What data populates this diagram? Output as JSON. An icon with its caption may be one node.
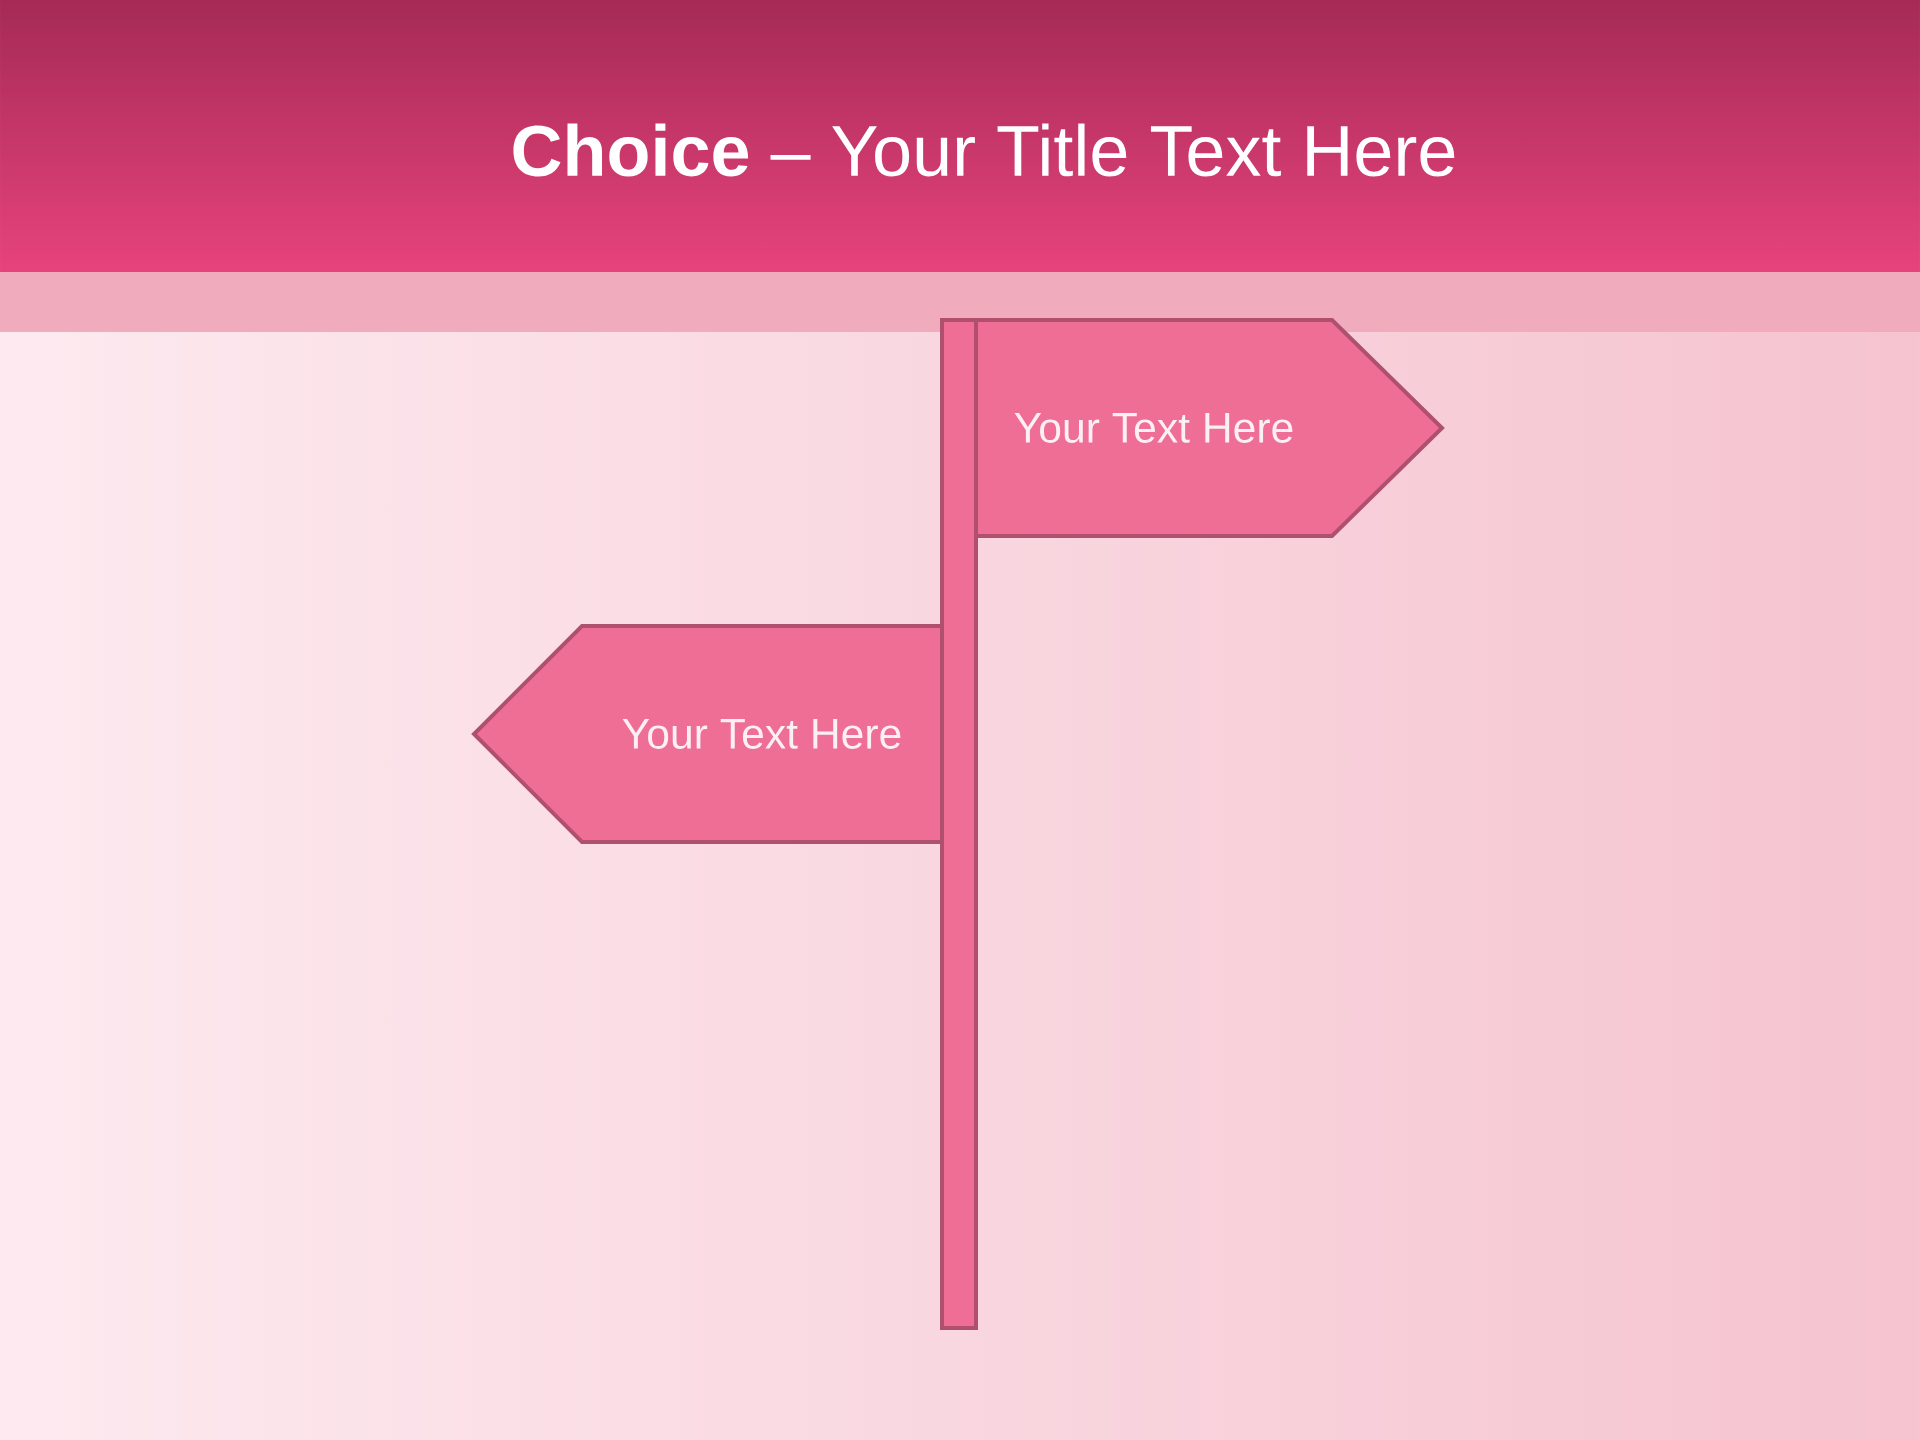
{
  "diagram": {
    "title": "**Choice** – Your Title Text Here",
    "nodes": [
      {
        "text": [
          "Your Text Here"
        ]
      },
      {
        "text": [
          "Your Text Here"
        ]
      },
      {
        "text": [],
        "shape": "bar"
      }
    ]
  }
}
